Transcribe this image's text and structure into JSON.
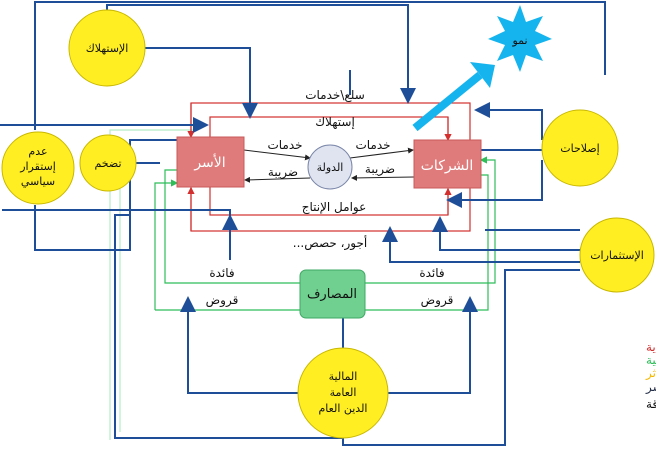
{
  "colors": {
    "economic": "#d32f2f",
    "financial": "#2ebd59",
    "factors": "#f5b800",
    "direct": "#1f4e99",
    "box_red": "#e07b7b",
    "banks": "#6fd08f",
    "circle_yellow": "#ffee22",
    "star": "#16b4ee"
  },
  "nodes": {
    "households": "الأسر",
    "firms": "الشركات",
    "state": "الدولة",
    "banks": "المصارف",
    "growth": "نمو",
    "consumption": "الإستهلاك",
    "instability": [
      "عدم",
      "إستقرار",
      "سياسي"
    ],
    "inflation": "تضخم",
    "reforms": "إصلاحات",
    "investments": "الإستثمارات",
    "public_finance": [
      "المالية",
      "العامة",
      "الدين العام"
    ]
  },
  "flows": {
    "goods_services": "سلع\\خدمات",
    "consumption": "إستهلاك",
    "services_left": "خدمات",
    "services_right": "خدمات",
    "tax_left": "ضريبة",
    "tax_right": "ضريبة",
    "factors_of_production": "عوامل الإنتاج",
    "wages_shares": "أجور، حصص...",
    "interest_left": "فائدة",
    "interest_right": "فائدة",
    "loans_left": "قروض",
    "loans_right": "قروض"
  },
  "legend": [
    {
      "label": "الدائرة الإقتصادية",
      "color": "#d32f2f"
    },
    {
      "label": "الدائرة المالية",
      "color": "#2ebd59"
    },
    {
      "label": "عوامل التأثر",
      "color": "#f5b800"
    },
    {
      "label": "تأثير مباشر",
      "color": "#1f2a44"
    },
    {
      "label": "د. جاسم عجاقة",
      "color": "#111111"
    }
  ]
}
